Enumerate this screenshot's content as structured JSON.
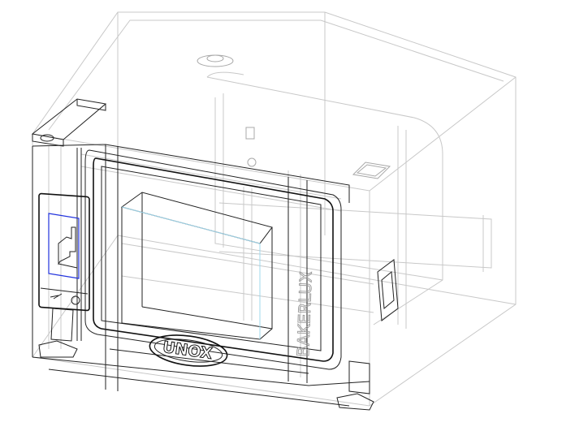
{
  "drawing": {
    "subject": "oven-wireframe",
    "logo_text": "UNOX",
    "brand_text": "BAKERLUX",
    "colors": {
      "outline": "#222222",
      "hidden_lines": "#c8c8c8",
      "display_highlight": "#2233dd",
      "glass_edge": "#9fd8ee"
    }
  }
}
